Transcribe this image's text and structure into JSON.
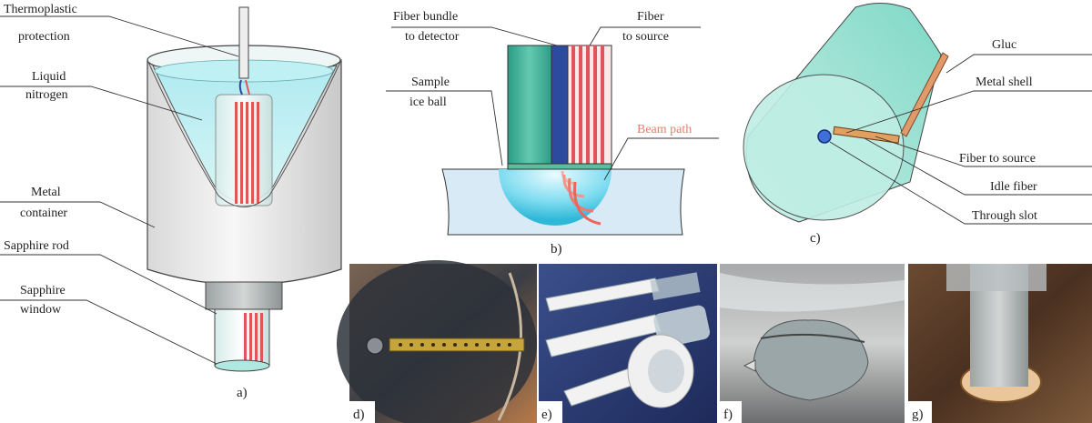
{
  "panel_a": {
    "labels": {
      "thermoplastic_line1": "Thermoplastic",
      "thermoplastic_line2": "protection",
      "liquid_line1": "Liquid",
      "liquid_line2": "nitrogen",
      "metal_line1": "Metal",
      "metal_line2": "container",
      "sapphire_rod": "Sapphire rod",
      "sapphire_window_line1": "Sapphire",
      "sapphire_window_line2": "window"
    },
    "caption": "a)"
  },
  "panel_b": {
    "labels": {
      "fiber_bundle_line1": "Fiber bundle",
      "fiber_bundle_line2": "to detector",
      "fiber_line1": "Fiber",
      "fiber_line2": "to source",
      "sample_line1": "Sample",
      "sample_line2": "ice ball",
      "beam_path": "Beam path"
    },
    "caption": "b)"
  },
  "panel_c": {
    "labels": {
      "glue": "Gluc",
      "metal_shell": "Metal shell",
      "fiber_to_source": "Fiber to source",
      "idle_fiber": "Idle fiber",
      "through_slot": "Through slot"
    },
    "caption": "c)"
  },
  "photos": {
    "d": "d)",
    "e": "e)",
    "f": "f)",
    "g": "g)"
  },
  "colors": {
    "cyan_light": "#c8f0ec",
    "teal": "#3aa792",
    "blue_fiber": "#2c4aa0",
    "red_fiber": "#e0555a",
    "beam": "#f08a7c",
    "ice": "#d8eaf6"
  }
}
